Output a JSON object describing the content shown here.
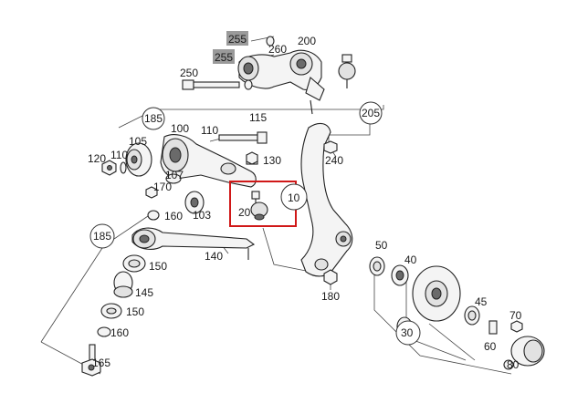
{
  "diagram": {
    "callouts": {
      "p10": "10",
      "p20": "20",
      "p30": "30",
      "p40": "40",
      "p45": "45",
      "p50": "50",
      "p60": "60",
      "p70": "70",
      "p80": "80",
      "p100": "100",
      "p103": "103",
      "p105": "105",
      "p107": "107",
      "p110a": "110",
      "p110b": "110",
      "p115": "115",
      "p120": "120",
      "p130": "130",
      "p140": "140",
      "p145": "145",
      "p150a": "150",
      "p150b": "150",
      "p160a": "160",
      "p160b": "160",
      "p165": "165",
      "p170": "170",
      "p180": "180",
      "p185a": "185",
      "p185b": "185",
      "p200": "200",
      "p205": "205",
      "p240": "240",
      "p250": "250",
      "p255a": "255",
      "p255b": "255",
      "p260": "260"
    },
    "highlighted_part": "20",
    "colors": {
      "highlight_box": "#d01818",
      "greyed_label_bg": "#9a9a9a"
    }
  }
}
